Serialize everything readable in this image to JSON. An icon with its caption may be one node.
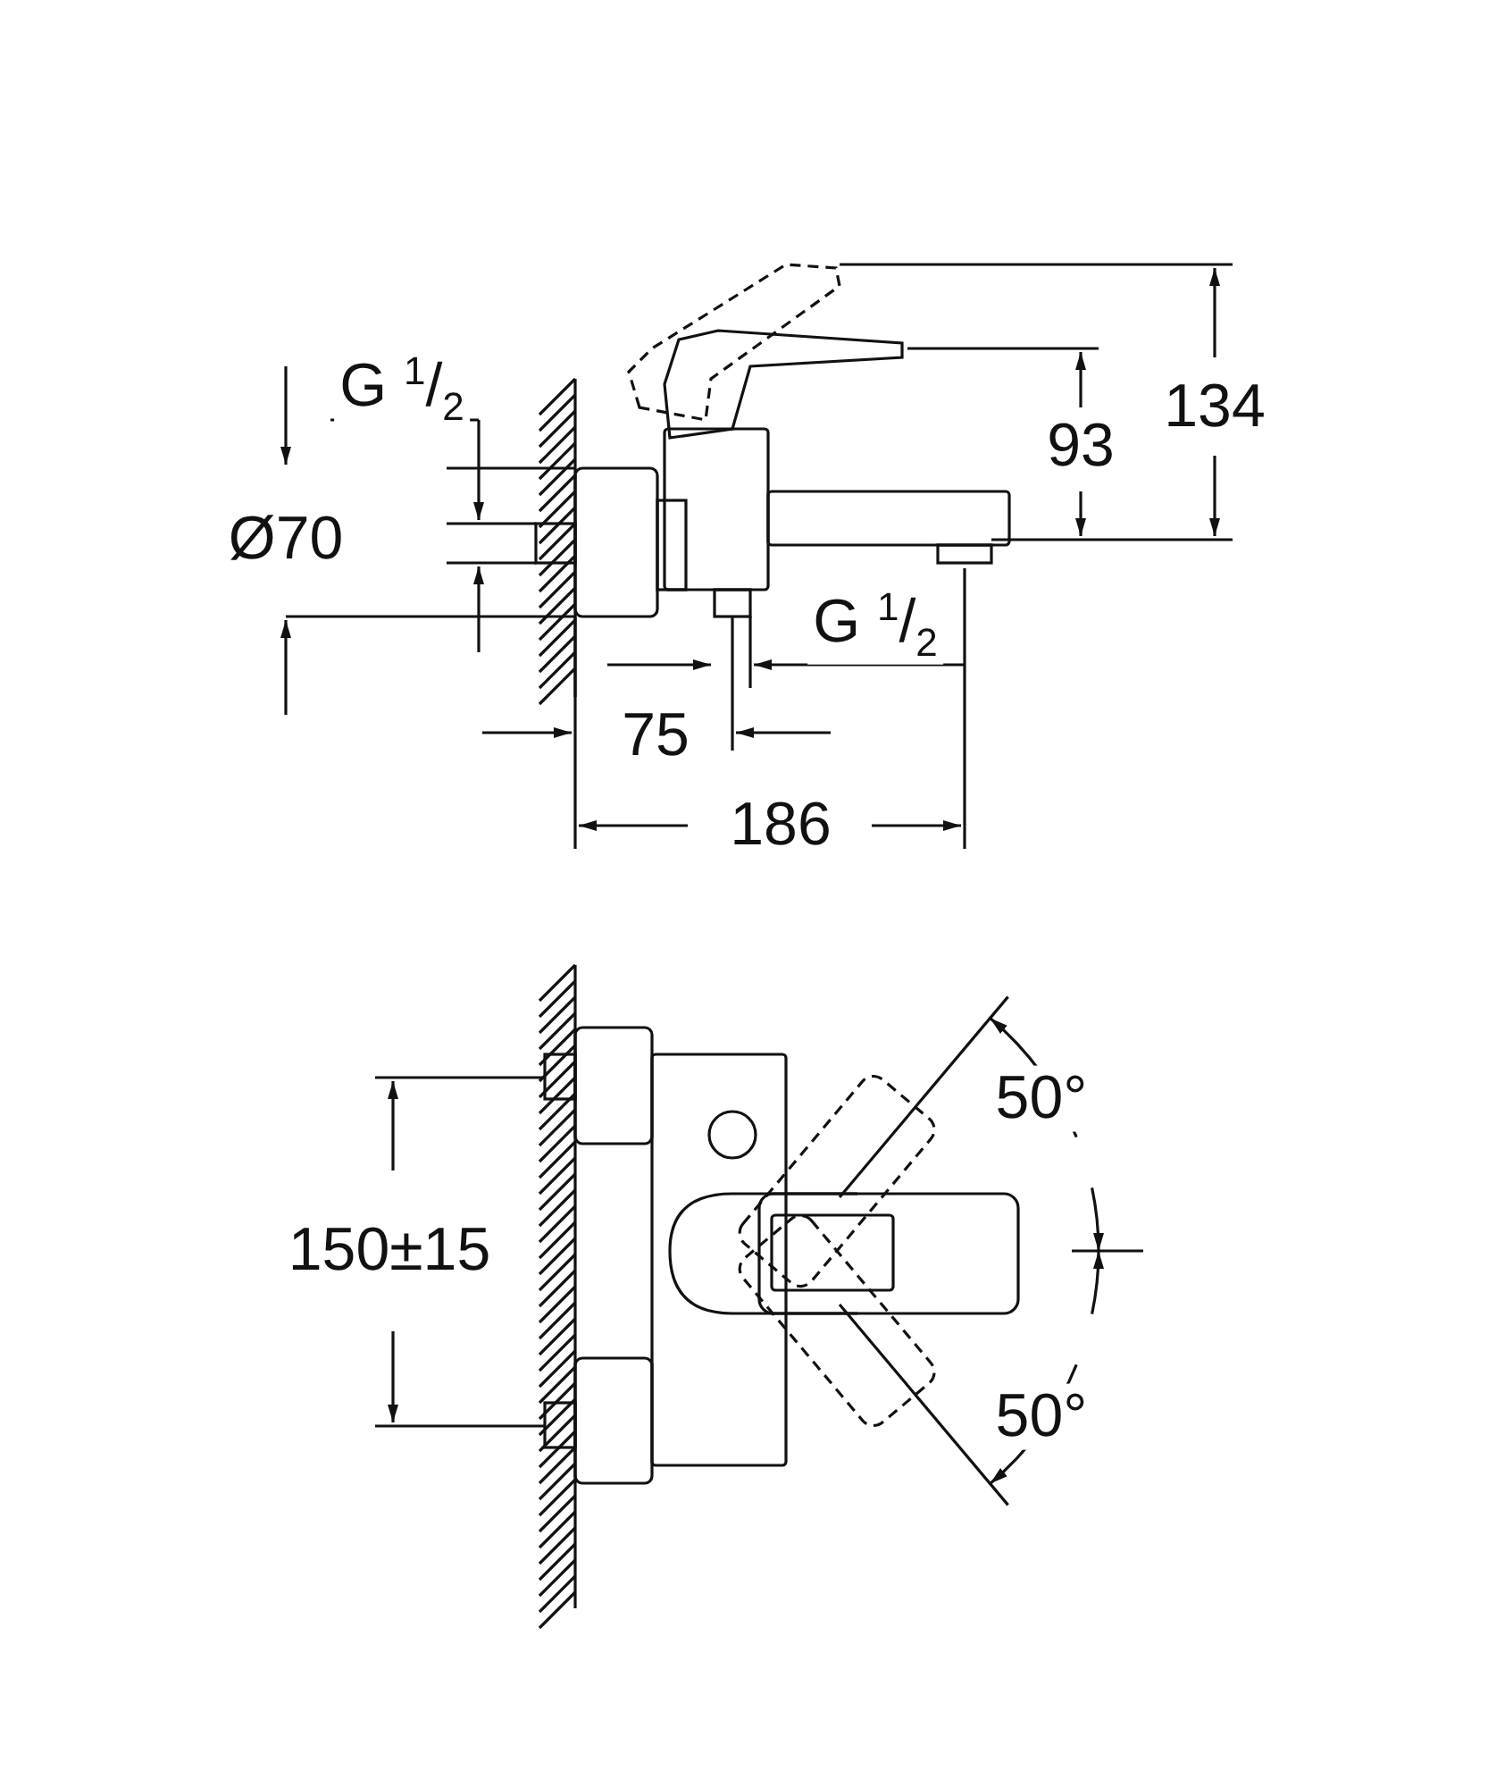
{
  "diagram": {
    "labels": [
      "G $^{1}$/$_{2}$",
      "134",
      "93",
      "Ø70",
      "G $^{1}$/$_{2}$",
      "75",
      "186",
      "50°",
      "150±15",
      "50°"
    ]
  }
}
